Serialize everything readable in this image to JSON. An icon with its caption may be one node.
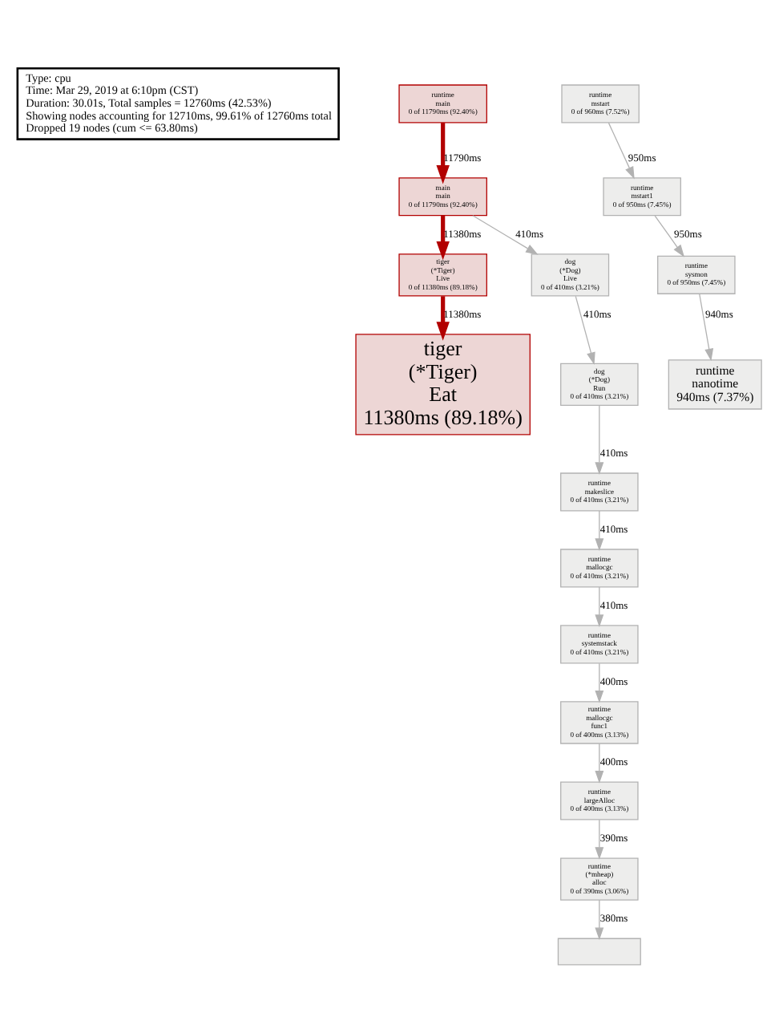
{
  "diagram": {
    "nodes": [
      {
        "text": [
          "Type: cpu",
          "Time: Mar 29, 2019 at 6:10pm (CST)",
          "Duration: 30.01s, Total samples = 12760ms (42.53%)",
          "Showing nodes accounting for 12710ms, 99.61% of 12760ms total",
          "Dropped 19 nodes (cum <= 63.80ms)"
        ]
      },
      {
        "text": [
          "runtime",
          "main",
          "0 of 11790ms (92.40%)"
        ]
      },
      {
        "text": [
          "main",
          "main",
          "0 of 11790ms (92.40%)"
        ]
      },
      {
        "text": [
          "tiger",
          "(*Tiger)",
          "Live",
          "0 of 11380ms (89.18%)"
        ]
      },
      {
        "text": [
          "tiger",
          "(*Tiger)",
          "Eat",
          "11380ms (89.18%)"
        ]
      },
      {
        "text": [
          "runtime",
          "mstart",
          "0 of 960ms (7.52%)"
        ]
      },
      {
        "text": [
          "runtime",
          "mstart1",
          "0 of 950ms (7.45%)"
        ]
      },
      {
        "text": [
          "runtime",
          "sysmon",
          "0 of 950ms (7.45%)"
        ]
      },
      {
        "text": [
          "runtime",
          "nanotime",
          "940ms (7.37%)"
        ]
      },
      {
        "text": [
          "dog",
          "(*Dog)",
          "Live",
          "0 of 410ms (3.21%)"
        ]
      },
      {
        "text": [
          "dog",
          "(*Dog)",
          "Run",
          "0 of 410ms (3.21%)"
        ]
      },
      {
        "text": [
          "runtime",
          "makeslice",
          "0 of 410ms (3.21%)"
        ]
      },
      {
        "text": [
          "runtime",
          "mallocgc",
          "0 of 410ms (3.21%)"
        ]
      },
      {
        "text": [
          "runtime",
          "systemstack",
          "0 of 410ms (3.21%)"
        ]
      },
      {
        "text": [
          "runtime",
          "mallocgc",
          "func1",
          "0 of 400ms (3.13%)"
        ]
      },
      {
        "text": [
          "runtime",
          "largeAlloc",
          "0 of 400ms (3.13%)"
        ]
      },
      {
        "text": [
          "runtime",
          "(*mheap)",
          "alloc",
          "0 of 390ms (3.06%)"
        ]
      },
      {
        "text": [],
        "shape": "box"
      }
    ],
    "edges": [
      {
        "from": 1,
        "to": 2,
        "arrow": "to",
        "label": "11790ms",
        "style": "thick",
        "color": "#b20000"
      },
      {
        "from": 2,
        "to": 3,
        "arrow": "to",
        "label": "11380ms",
        "style": "thick",
        "color": "#b20000"
      },
      {
        "from": 3,
        "to": 4,
        "arrow": "to",
        "label": "11380ms",
        "style": "thick",
        "color": "#b20000"
      },
      {
        "from": 2,
        "to": 9,
        "arrow": "to",
        "label": "410ms"
      },
      {
        "from": 9,
        "to": 10,
        "arrow": "to",
        "label": "410ms"
      },
      {
        "from": 10,
        "to": 11,
        "arrow": "to",
        "label": "410ms"
      },
      {
        "from": 11,
        "to": 12,
        "arrow": "to",
        "label": "410ms"
      },
      {
        "from": 12,
        "to": 13,
        "arrow": "to",
        "label": "410ms"
      },
      {
        "from": 13,
        "to": 14,
        "arrow": "to",
        "label": "400ms"
      },
      {
        "from": 14,
        "to": 15,
        "arrow": "to",
        "label": "400ms"
      },
      {
        "from": 15,
        "to": 16,
        "arrow": "to",
        "label": "390ms"
      },
      {
        "from": 16,
        "to": 17,
        "arrow": "to",
        "label": "380ms"
      },
      {
        "from": 5,
        "to": 6,
        "arrow": "to",
        "label": "950ms"
      },
      {
        "from": 6,
        "to": 7,
        "arrow": "to",
        "label": "950ms"
      },
      {
        "from": 7,
        "to": 8,
        "arrow": "to",
        "label": "940ms"
      }
    ]
  }
}
